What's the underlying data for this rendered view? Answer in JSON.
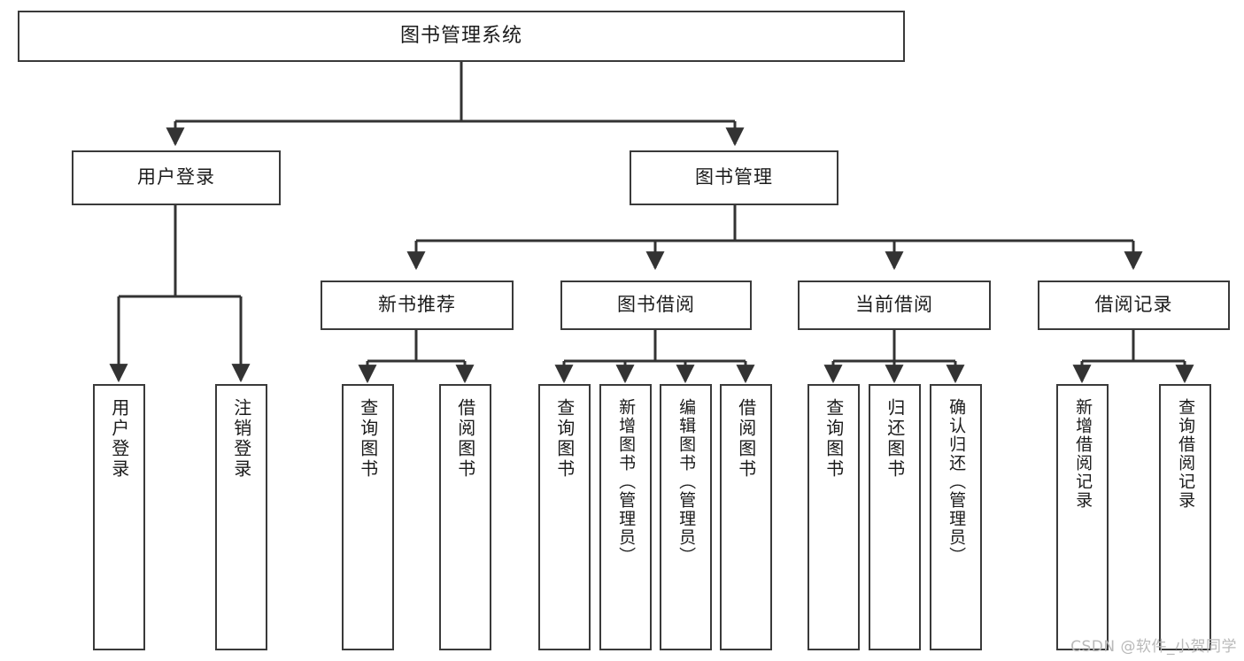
{
  "diagram": {
    "title": "图书管理系统",
    "watermark": "CSDN @软件_小贺同学",
    "colors": {
      "box_border": "#3a3a3a",
      "edge": "#333333",
      "background": "#ffffff",
      "text": "#1b1b1b",
      "watermark": "#b9b9b9"
    },
    "root": {
      "label": "图书管理系统"
    },
    "level2": [
      {
        "label": "用户登录"
      },
      {
        "label": "图书管理"
      }
    ],
    "level3": [
      {
        "label": "新书推荐"
      },
      {
        "label": "图书借阅"
      },
      {
        "label": "当前借阅"
      },
      {
        "label": "借阅记录"
      }
    ],
    "leaves": {
      "user_login": [
        {
          "label": "用户登录"
        },
        {
          "label": "注销登录"
        }
      ],
      "new_book_recommend": [
        {
          "label": "查询图书"
        },
        {
          "label": "借阅图书"
        }
      ],
      "book_borrow": [
        {
          "label": "查询图书"
        },
        {
          "label": "新增图书（管理员）"
        },
        {
          "label": "编辑图书（管理员）"
        },
        {
          "label": "借阅图书"
        }
      ],
      "current_borrow": [
        {
          "label": "查询图书"
        },
        {
          "label": "归还图书"
        },
        {
          "label": "确认归还（管理员）"
        }
      ],
      "borrow_record": [
        {
          "label": "新增借阅记录"
        },
        {
          "label": "查询借阅记录"
        }
      ]
    }
  }
}
